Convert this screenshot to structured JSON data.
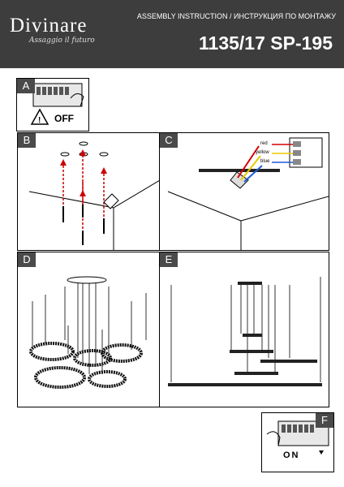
{
  "brand": {
    "name": "Divinare",
    "tagline": "Assaggio il futuro"
  },
  "header": {
    "instruction": "ASSEMBLY INSTRUCTION / ИНСТРУКЦИЯ ПО МОНТАЖУ",
    "model": "1135/17 SP-195"
  },
  "panels": {
    "a": {
      "label": "A",
      "status": "OFF"
    },
    "b": {
      "label": "B"
    },
    "c": {
      "label": "C",
      "wires": [
        "red",
        "yellow",
        "blue"
      ]
    },
    "d": {
      "label": "D"
    },
    "e": {
      "label": "E"
    },
    "f": {
      "label": "F",
      "status": "ON"
    }
  },
  "colors": {
    "header_bg": "#3d3d3d",
    "arrow_red": "#cc0000",
    "wire_red": "#d40000",
    "wire_yellow": "#e8c800",
    "wire_blue": "#1e5bd6"
  }
}
